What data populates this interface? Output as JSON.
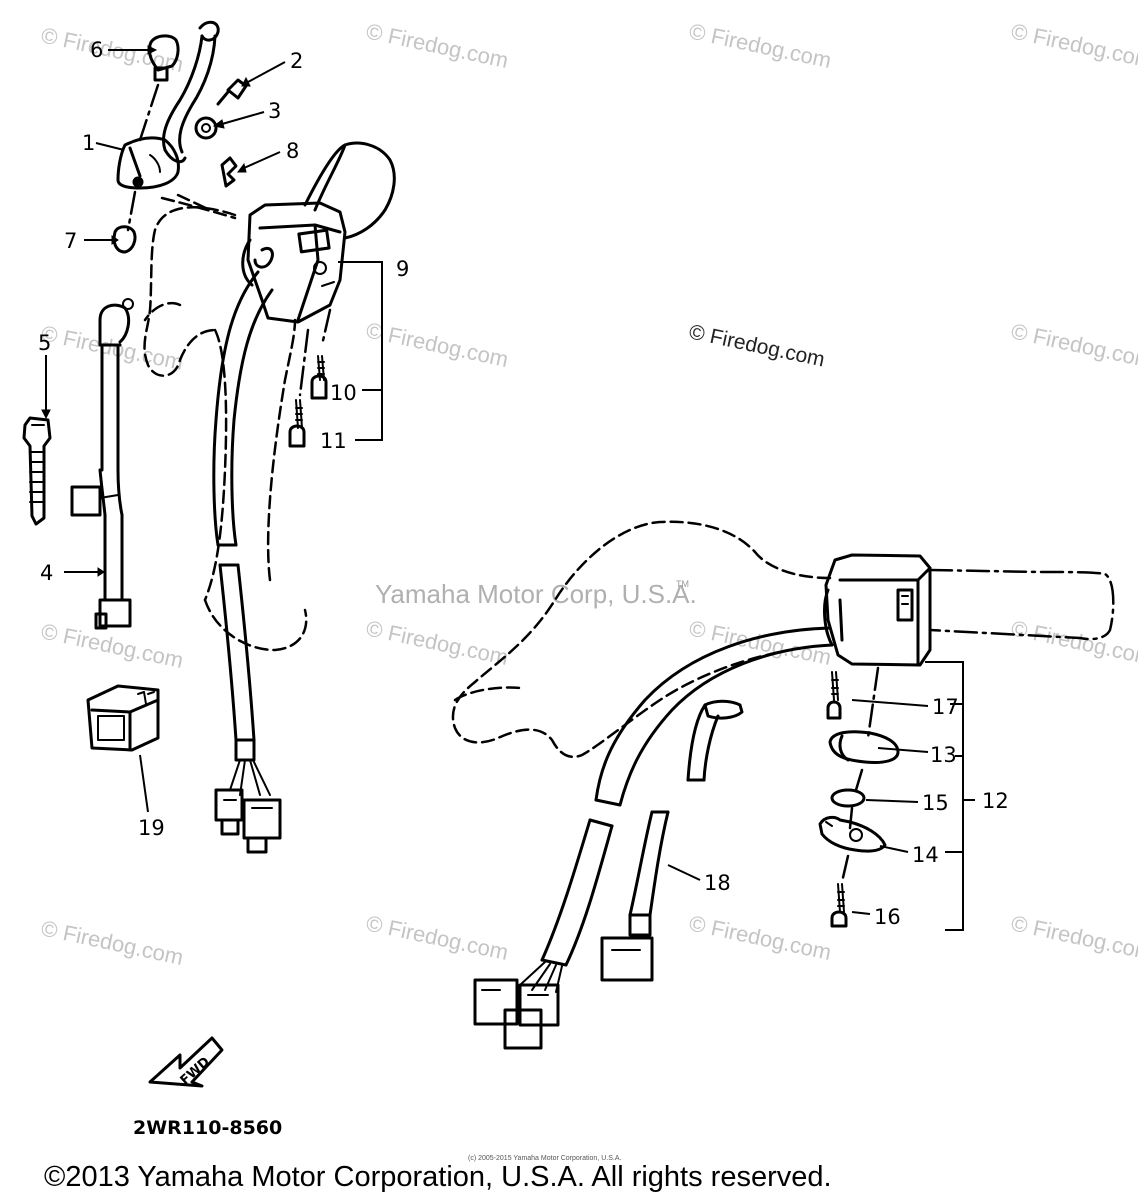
{
  "diagram": {
    "watermarks": {
      "firedog": "© Firedog.com",
      "yamaha": "Yamaha Motor Corp, U.S.A.",
      "tm": "TM"
    },
    "callouts": {
      "c1": "1",
      "c2": "2",
      "c3": "3",
      "c4": "4",
      "c5": "5",
      "c6": "6",
      "c7": "7",
      "c8": "8",
      "c9": "9",
      "c10": "10",
      "c11": "11",
      "c12": "12",
      "c13": "13",
      "c14": "14",
      "c15": "15",
      "c16": "16",
      "c17": "17",
      "c18": "18",
      "c19": "19"
    },
    "forward_arrow": "FWD",
    "diagram_code": "2WR110-8560",
    "small_notice": "(c) 2005-2015 Yamaha Motor Corporation, U.S.A.",
    "copyright": "©2013 Yamaha Motor Corporation, U.S.A. All rights reserved."
  }
}
